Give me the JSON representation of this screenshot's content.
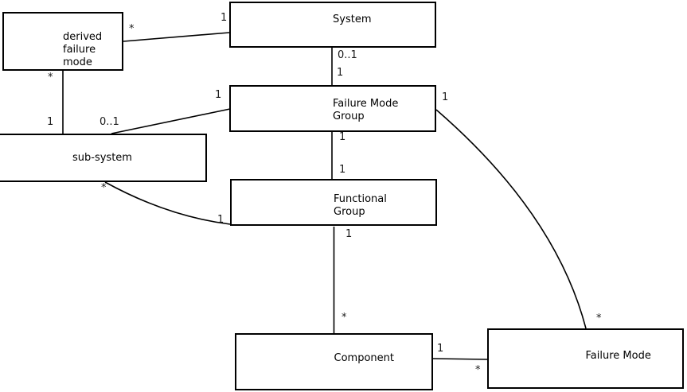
{
  "colors": {
    "background": "#ffffff",
    "line": "#000000",
    "box_fill": "#ffffff",
    "box_border": "#000000",
    "text": "#000000"
  },
  "diagram": {
    "type": "uml-class-relationship-diagram",
    "entities": [
      {
        "id": "derived-failure-mode",
        "lines": [
          "derived",
          "failure",
          "mode"
        ]
      },
      {
        "id": "system",
        "lines": [
          "System"
        ]
      },
      {
        "id": "failure-mode-group",
        "lines": [
          "Failure Mode",
          "Group"
        ]
      },
      {
        "id": "sub-system",
        "lines": [
          "sub-system"
        ]
      },
      {
        "id": "functional-group",
        "lines": [
          "Functional",
          "Group"
        ]
      },
      {
        "id": "component",
        "lines": [
          "Component"
        ]
      },
      {
        "id": "failure-mode",
        "lines": [
          "Failure Mode"
        ]
      }
    ],
    "relationships": [
      {
        "from": "system",
        "to": "derived-failure-mode",
        "from_label": "1",
        "to_label": "*"
      },
      {
        "from": "system",
        "to": "failure-mode-group",
        "from_label": "0..1",
        "to_label": "1"
      },
      {
        "from": "derived-failure-mode",
        "to": "sub-system",
        "from_label": "*",
        "to_label": "1"
      },
      {
        "from": "failure-mode-group",
        "to": "sub-system",
        "from_label": "1",
        "to_label": "0..1"
      },
      {
        "from": "failure-mode-group",
        "to": "functional-group",
        "from_label": "1",
        "to_label": "1"
      },
      {
        "from": "sub-system",
        "to": "functional-group",
        "from_label": "*",
        "to_label": "1"
      },
      {
        "from": "functional-group",
        "to": "component",
        "from_label": "1",
        "to_label": "*"
      },
      {
        "from": "component",
        "to": "failure-mode",
        "from_label": "1",
        "to_label": "*"
      },
      {
        "from": "failure-mode-group",
        "to": "failure-mode",
        "from_label": "1",
        "to_label": "*"
      }
    ]
  }
}
